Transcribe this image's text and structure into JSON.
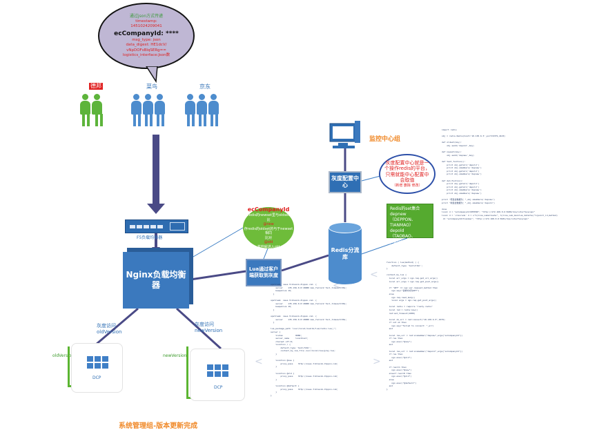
{
  "bubble": {
    "line1": "通过json方式传递",
    "lines_red": [
      "timestamp:",
      "1451024209041"
    ],
    "company": "ecCompanyId: ****",
    "lines_red2": [
      "msg_type: json",
      "data_digest: HE1dcV/",
      "vNpDOFsBlqSERg==",
      "logistics_interface:Json数"
    ]
  },
  "groups": {
    "deppon": "德邦",
    "cainiao": "菜鸟",
    "jingdong": "京东"
  },
  "f5_label": "F5负载均衡器",
  "nginx_label": "Nginx负载均衡器",
  "monitor_label": "监控中心组",
  "gray_config": "灰度配置中心",
  "red_ellipse": {
    "lines": [
      "灰度配置中心就是一",
      "个操作redis的平台，",
      "只需就能中心配置中",
      "会取值"
    ],
    "small": "（新增 删除 修改）"
  },
  "green_ellipse": {
    "key": "ecCompanyId",
    "lines": [
      "存redis的newset里与oldset对",
      "比",
      "存redis的oldset的与于newset相同",
      "比对",
      "其他就进入old"
    ],
    "new_word": "@new",
    "old_word": "@old"
  },
  "lua_box": "Lua通过客户端获取到灰度",
  "redis_label": "Redis分流库",
  "green_box": {
    "line1": "Redis的set集合",
    "line2": "depnew（DEPPON、TIANMAO）",
    "line3": "depold （TAOBAO、JINGDONG）"
  },
  "left_branch": {
    "title": "灰度访问",
    "version": "oldVersion",
    "side_label": "oldVersion",
    "dcp": "DCP"
  },
  "right_branch": {
    "title": "灰度访问",
    "version": "newVersion",
    "side_label": "newVersion",
    "dcp": "DCP"
  },
  "footer": "系统管理组-版本更新完成",
  "code_blocks": {
    "top_right": "import redis\n\nobj = redis.Redis(host='10.130.6.5',port=6379,db=0)\n\ndef oldset(key):\n    obj.sadd('depold',key)\n\ndef newset(key):\n    obj.sadd('depnew',key)\n\ndef test_funtion():\n    print obj.getall('depold')\n    print obj.smembers('depnew')\n    print obj.getall('depold')\n    print obj.smembers('depnew')\n\ndef del(funtion):\n    print obj.getall('depold')\n    print obj.getall('depold')\n    print obj.smembers('depnew')\n    print obj.smembers('depnew')\n\nprint \"老集合数据为：\",obj.smembers('depnew')\nprint \"新集合数据为：\",obj.smembers('depold')\n\ndone\nlocal d = \"ecCompanyId:DEPPON\"; \"http://172.168.0.6:8180/dcp/interface/api\"\nlocal d = 'zrevrank' d = u\"%(line_name=lua%s\", %(line_nam_mainlua_data=%s)\"%(point_id,method)\n d= \"ecCompanyId=tianmao\"; \"http://172.168.0.6:8181/dcp/interface/api\"",
    "middle": "upstream  news.tiklesim.dlppon.com  {\n    server    135.156.0.0:18080 max_fails=2 fail_timeout=30s;\n    keepalive 16;\n  }\n\nupstream  news.tiklesim.dlppon.com  {\n    server    135.156.0.0:18080 max_fails=2 fail_timeout=30s;\n    keepalive 16;\n  }\n\nupstream  news.tiklesim.dlppon.com  {\n    server    135.156.0.0:18080 max_fails=2 fail_timeout=30s;\n  }\n\nlua_package_path \"/usr/local/lualib/lua/redis.lua;;\";\nserver {\n    listen          8080;\n    server_name     localhost;\n    charset utf-8;\n    location / {\n        default_type 'text/html';\n        content_by_lua_file /usr/local/lua/gray.lua;\n    }\n\n    location @new {\n        proxy_pass    http://news.tiklesim.dlppon.com;\n    }\n\n    location @old {\n        proxy_pass    http://news.tiklesim.dlppon.com;\n    }\n\n    location @default {\n        proxy_pass    http://news.tiklesim.dlppon.com;\n    }\n}",
    "right": "function ( lua(method) ) {\n    default_type 'text/html';\n}\n\ncontent_by_lua {\n  local arr_args = ngx.req.get_uri_args()\n  local arr_args = ngx.req.get_post_args()\n\n  if \"GET\" == ngx.var.request_method then\n    ngx.say(\"请求方式为GET\")\n  else\n    ngx.req.read_body()\n    local args = ngx.req.get_post_args()\n\n  local redis = require \"resty.redis\"\n  local red = redis:new()\n  red:set_timeout(1000)\n\n  local ok,err = red:connect(\"10.130.6.5\",6379)\n  if not ok then\n    ngx.say(\"failed to connect: \",err)\n  end\n\n  local res,err = red:sismember(\"depnew\",args[\"ecCompanyId\"])\n  if res then\n    ngx.exec(\"@new\")\n  end\n\n  local res,err = red:sismember(\"depold\",args[\"ecCompanyId\"])\n  if res then\n    ngx.exec(\"@old\")\n  end\n\n  if res==1 then\n    ngx.exec(\"@new\")\n  elseif res==0 then\n    ngx.exec(\"@old\")\n  else\n    ngx.exec(\"@default\")\n  end\n}"
  },
  "colors": {
    "arrow": "#4a4a86",
    "blue": "#2f6fb4",
    "green": "#55aa2f",
    "footer": "#f08a2a",
    "monitor_label": "#f08a2a"
  }
}
